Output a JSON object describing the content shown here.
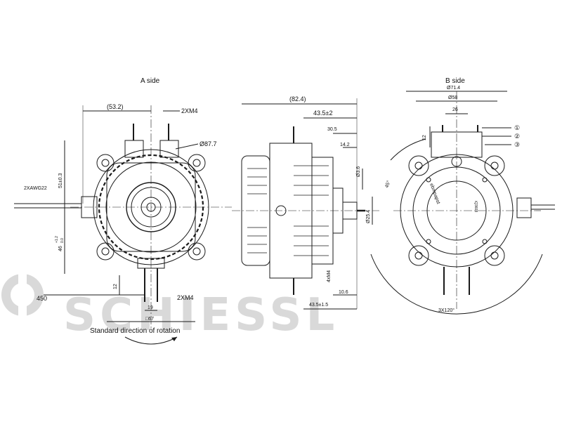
{
  "colors": {
    "line": "#1a1a1a",
    "watermark": "#d9d9d9",
    "background": "#ffffff"
  },
  "watermark": {
    "text": "SCHIESSL"
  },
  "side_a": {
    "title": "A side",
    "dims": {
      "width_ref": "(53.2)",
      "screws_top": "2XM4",
      "dia": "Ø87.7",
      "wire": "2XAWG22",
      "height_upper": "51±0.3",
      "height_lower": "46",
      "tol_upper": "+1.2",
      "tol_lower": "0.0",
      "lead_length": "450",
      "pin_len": "12",
      "pin_spacing": "19",
      "screws_bottom": "2XM4",
      "square": "□67"
    },
    "rotation_label": "Standard direction of rotation"
  },
  "side_view": {
    "dims": {
      "overall": "(82.4)",
      "d1": "43.5±2",
      "d2": "30.5",
      "d3": "14.2",
      "shaft": "Ø3.6",
      "hub": "Ø25.4",
      "thread": "4xM4",
      "d4": "10.6",
      "d5": "43.5±1.5"
    }
  },
  "side_b": {
    "title": "B side",
    "dims": {
      "dia_outer": "Ø71.4",
      "dia_inner": "Ø58",
      "spacing": "26",
      "pin": "12",
      "angle": "45°",
      "angles": "3X120°"
    },
    "callouts": [
      "①",
      "②",
      "③"
    ],
    "label_brand": "ebmpapst",
    "label_model": "iQ3608"
  }
}
